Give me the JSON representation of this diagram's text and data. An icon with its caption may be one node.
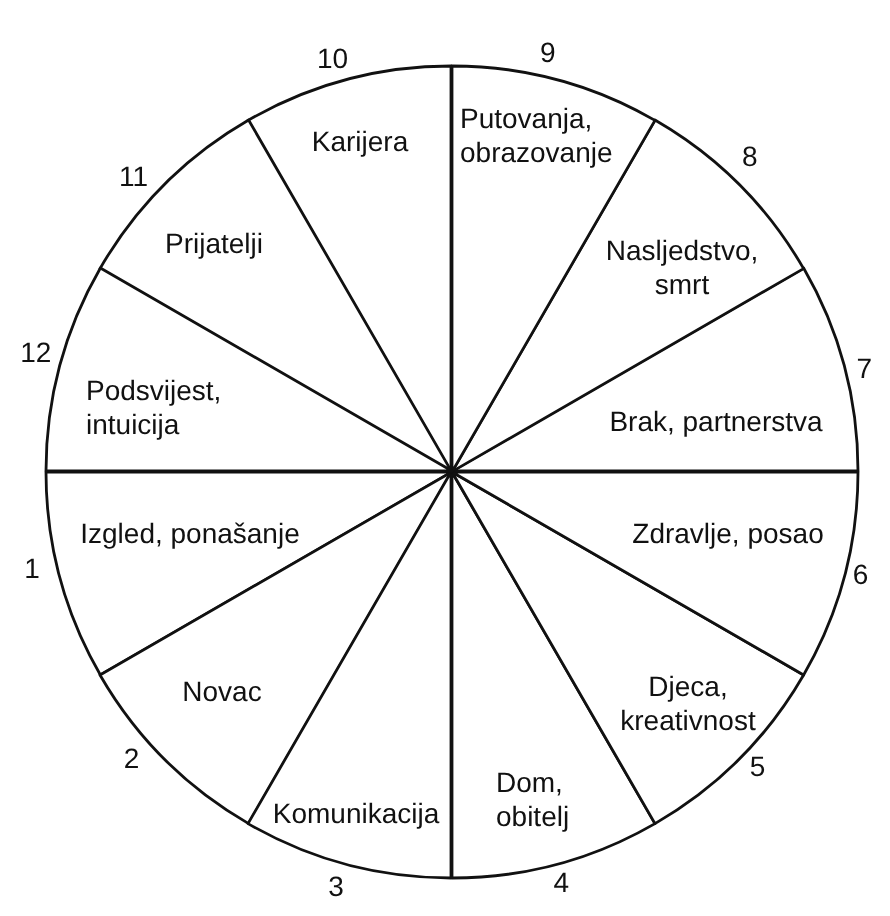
{
  "diagram": {
    "nodes": [
      {
        "text": [
          "Izgled, ponašanje"
        ],
        "beside": [
          "1"
        ]
      },
      {
        "text": [
          "Novac"
        ],
        "beside": [
          "2"
        ]
      },
      {
        "text": [
          "Komunikacija"
        ],
        "beside": [
          "3"
        ]
      },
      {
        "text": [
          "Dom, obitelj"
        ],
        "beside": [
          "4"
        ]
      },
      {
        "text": [
          "Djeca, kreativnost"
        ],
        "beside": [
          "5"
        ]
      },
      {
        "text": [
          "Zdravlje, posao"
        ],
        "beside": [
          "6"
        ]
      },
      {
        "text": [
          "Brak, partnerstva"
        ],
        "beside": [
          "7"
        ]
      },
      {
        "text": [
          "Nasljedstvo, smrt"
        ],
        "beside": [
          "8"
        ]
      },
      {
        "text": [
          "Putovanja, obrazovanje"
        ],
        "beside": [
          "9"
        ]
      },
      {
        "text": [
          "Karijera"
        ],
        "beside": [
          "10"
        ]
      },
      {
        "text": [
          "Prijatelji"
        ],
        "beside": [
          "11"
        ]
      },
      {
        "text": [
          "Podsvijest, intuicija"
        ],
        "beside": [
          "12"
        ]
      }
    ]
  }
}
